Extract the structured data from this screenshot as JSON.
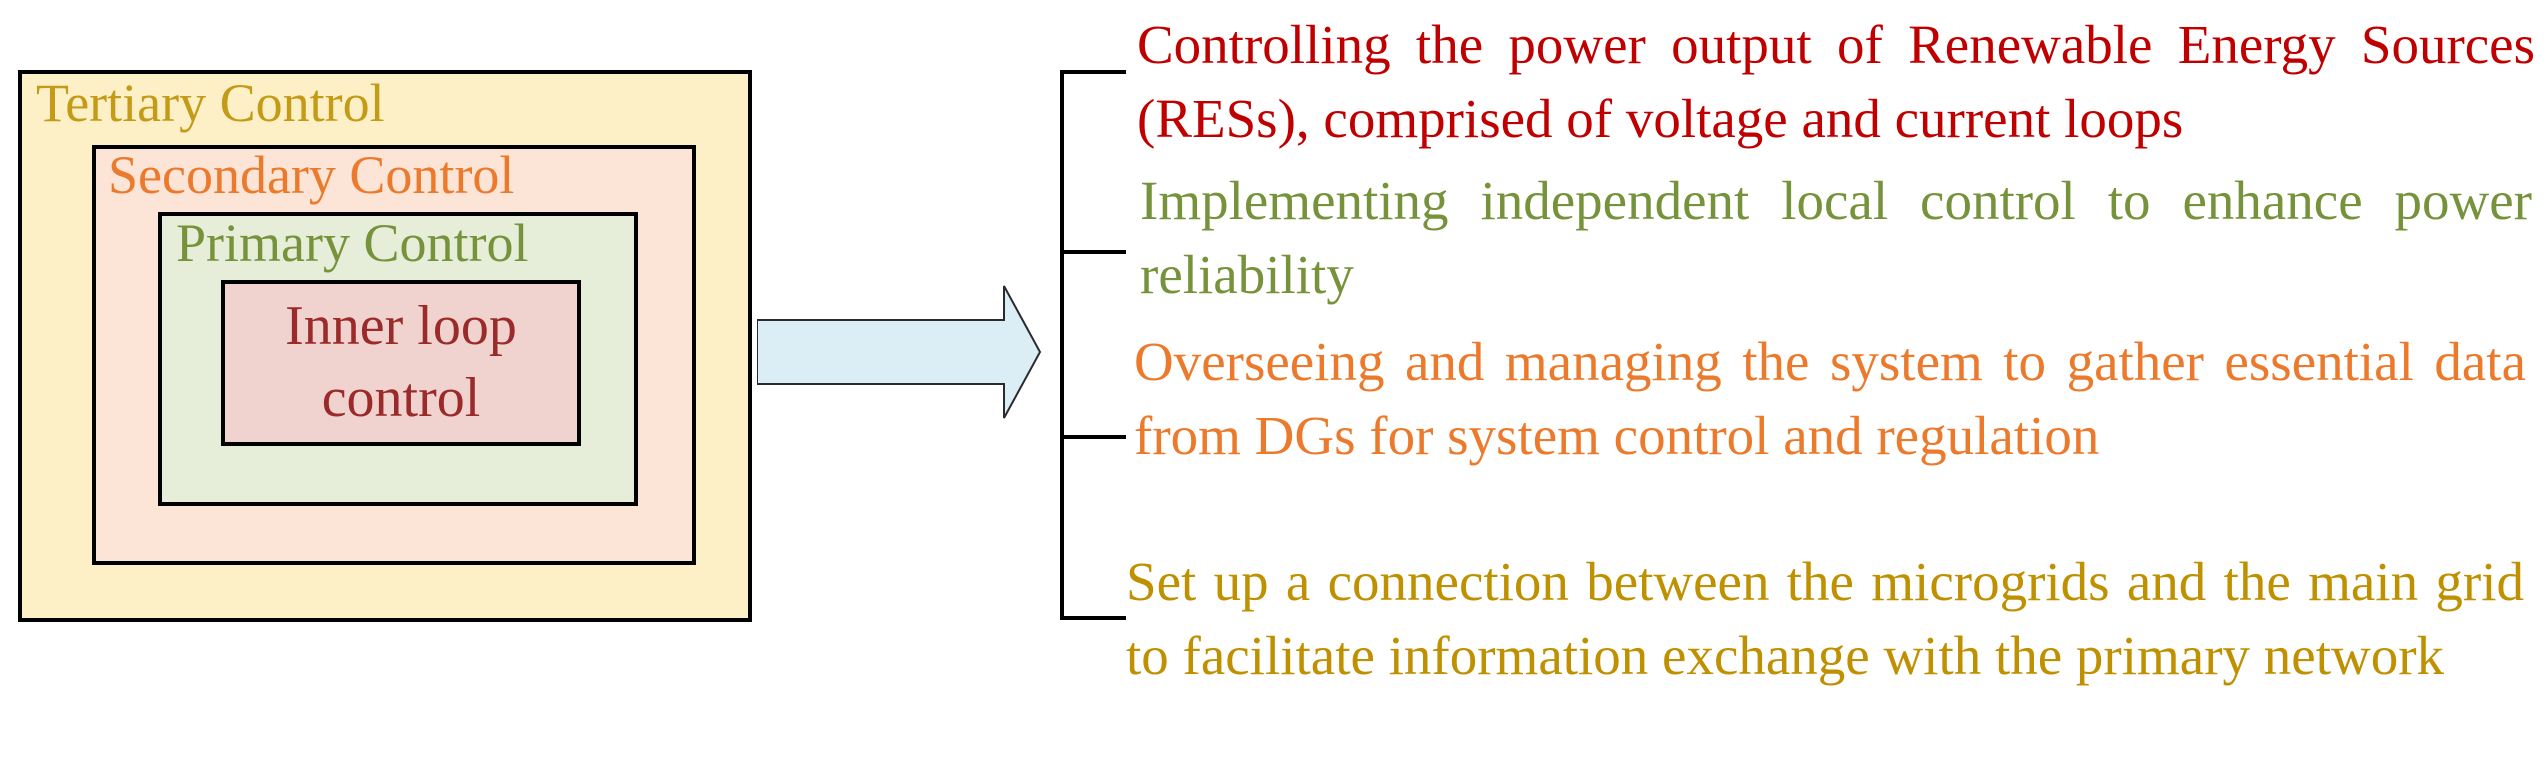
{
  "layers": {
    "tertiary": "Tertiary Control",
    "secondary": "Secondary Control",
    "primary": "Primary Control",
    "inner": "Inner loop control"
  },
  "descriptions": [
    "Controlling the power output of Renewable Energy Sources (RESs), comprised of voltage and current loops",
    "Implementing independent local control to enhance power reliability",
    "Overseeing and managing the system to gather essential data from DGs for system control and regulation",
    "Set up a connection between the microgrids and the main grid to facilitate information exchange with the primary network"
  ],
  "colors": {
    "tertiary_fill": "#fdf0c7",
    "secondary_fill": "#fce4d6",
    "primary_fill": "#e6eed9",
    "inner_fill": "#f0d3cf",
    "arrow_fill": "#dbeef5",
    "inner_text": "#9b2b2b",
    "desc_1": "#c00000",
    "desc_2": "#76933c",
    "desc_3": "#ec7a2c",
    "desc_4": "#bf9000"
  }
}
